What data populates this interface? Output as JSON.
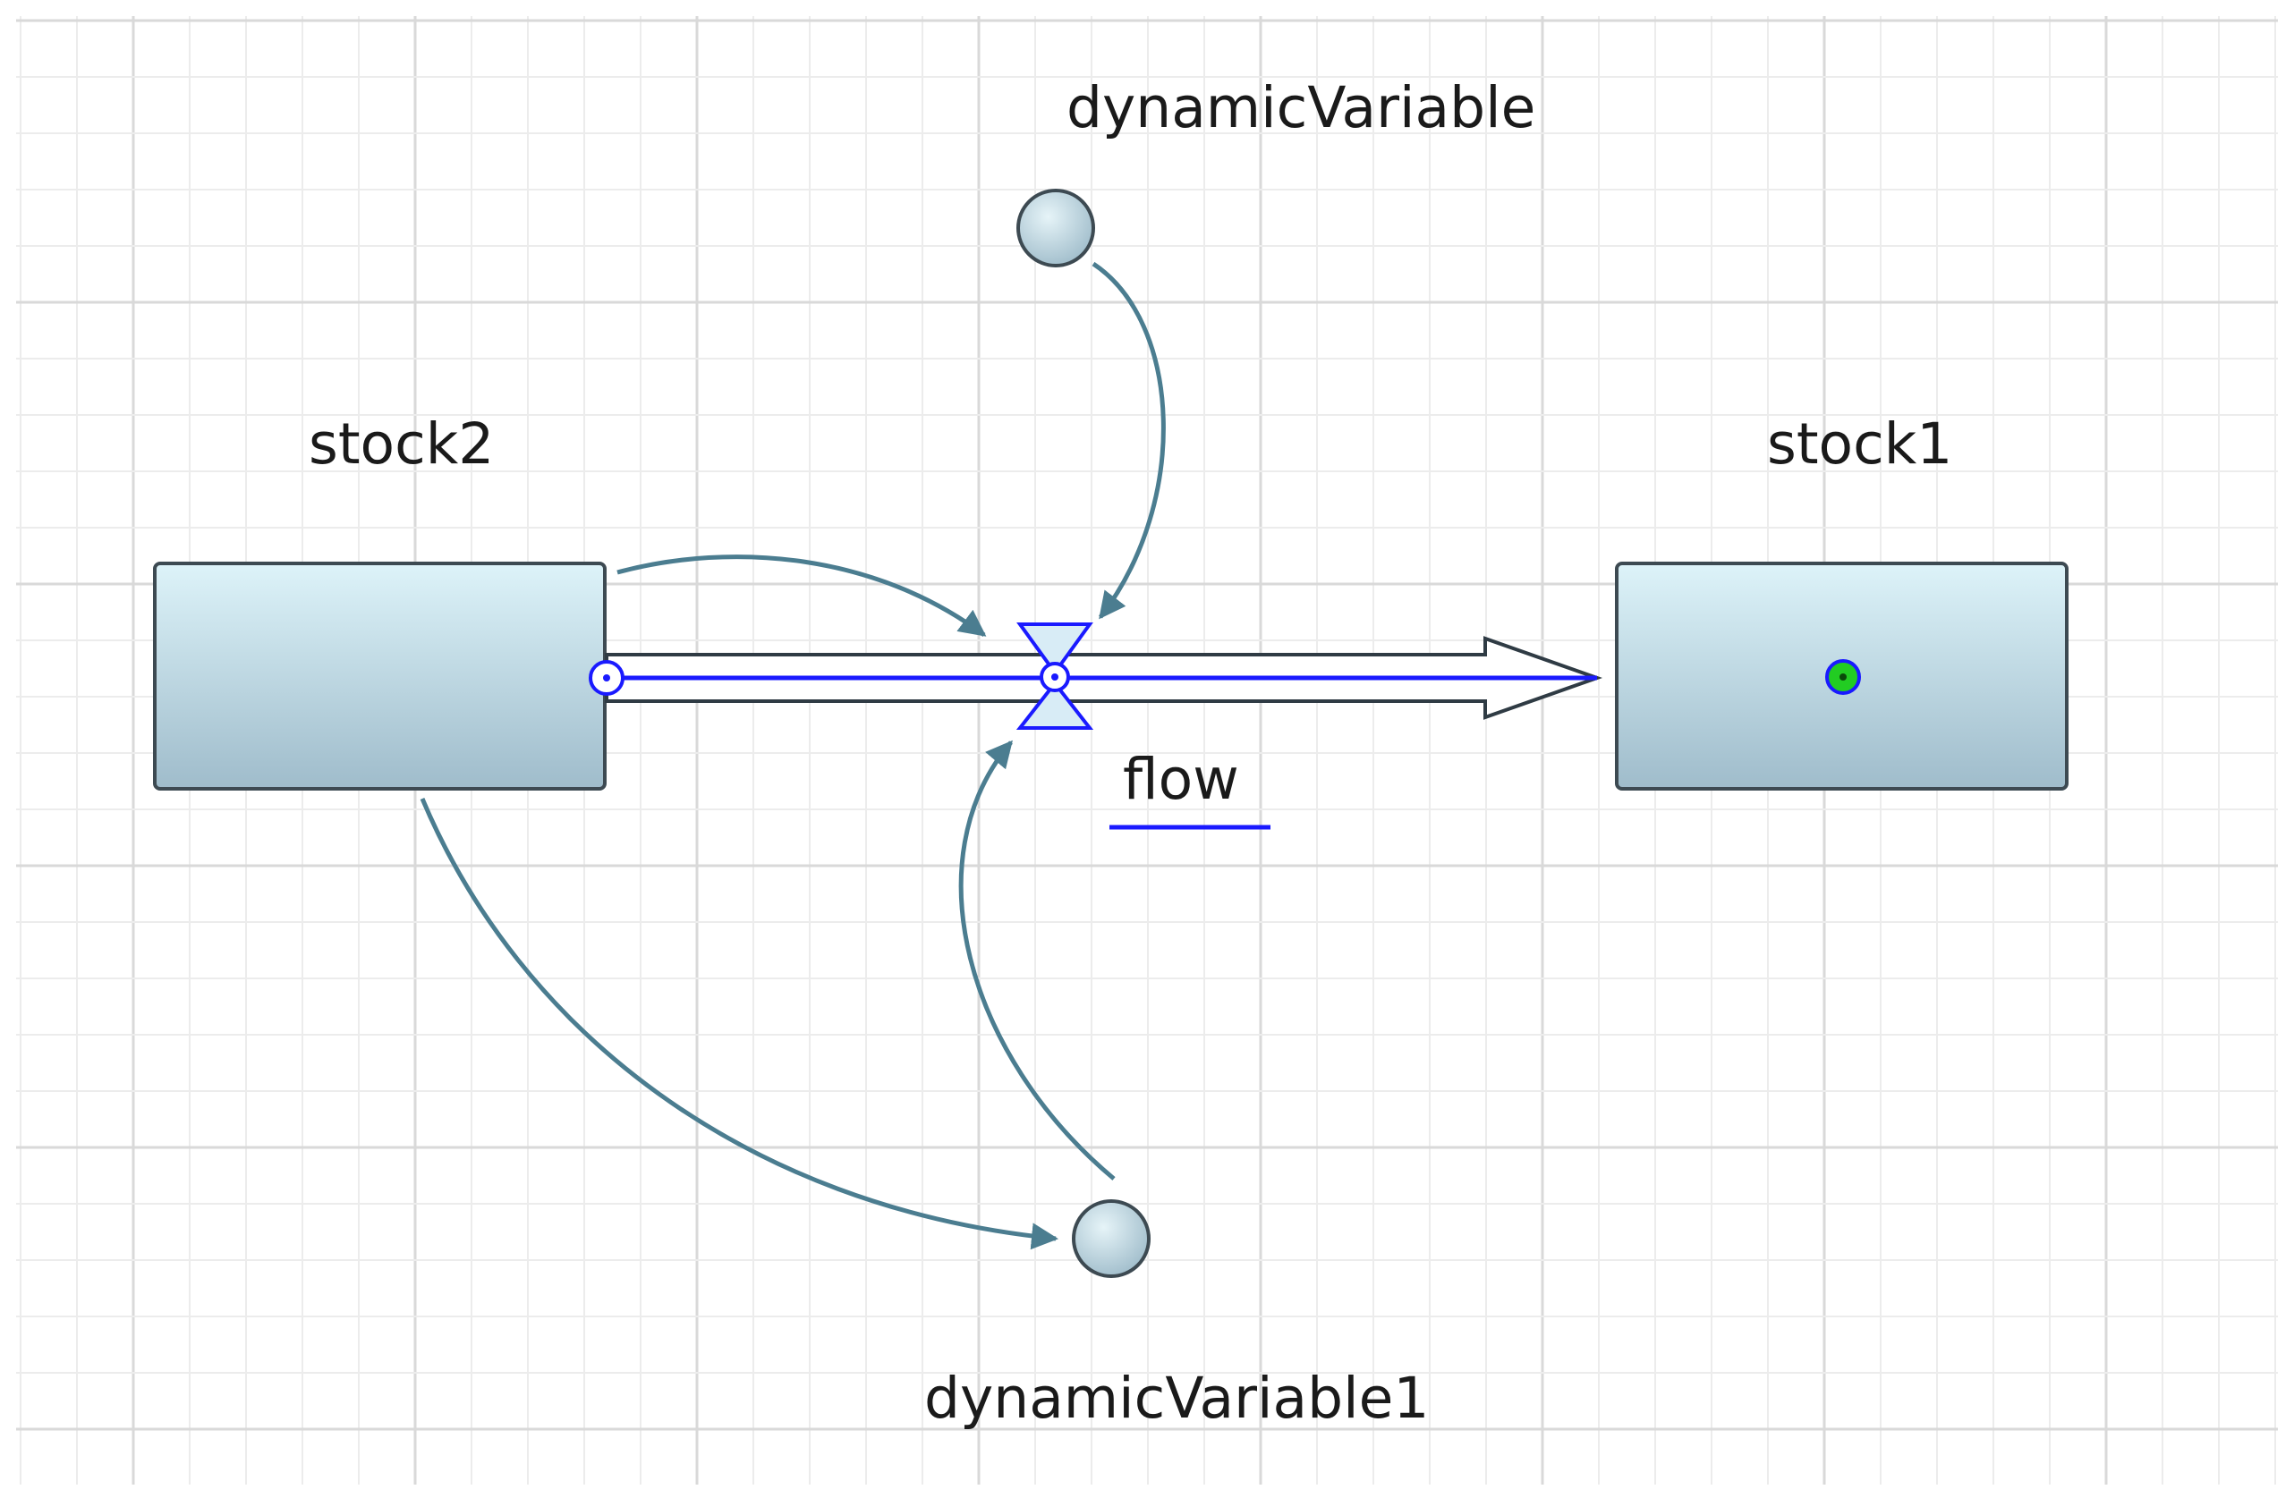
{
  "diagram": {
    "nodes": {
      "stock_left": {
        "label": "stock2",
        "kind": "stock"
      },
      "stock_right": {
        "label": "stock1",
        "kind": "stock"
      },
      "var_top": {
        "label": "dynamicVariable",
        "kind": "dynamic-variable"
      },
      "var_bottom": {
        "label": "dynamicVariable1",
        "kind": "dynamic-variable"
      },
      "flow": {
        "label": "flow",
        "kind": "flow",
        "selected": true
      }
    },
    "links": [
      {
        "from": "stock2",
        "to": "flow"
      },
      {
        "from": "dynamicVariable",
        "to": "flow"
      },
      {
        "from": "dynamicVariable1",
        "to": "flow"
      },
      {
        "from": "stock2",
        "to": "dynamicVariable1"
      }
    ]
  },
  "colors": {
    "grid_minor": "#ececec",
    "grid_major": "#d9d9d9",
    "stock_fill_top": "#ddf3f9",
    "stock_fill_bottom": "#9fbccb",
    "stock_border": "#3d4a52",
    "link": "#4b7d90",
    "selection": "#1a1aff",
    "flow_pipe_border": "#2f3b44",
    "anchor": "#22cc22"
  }
}
